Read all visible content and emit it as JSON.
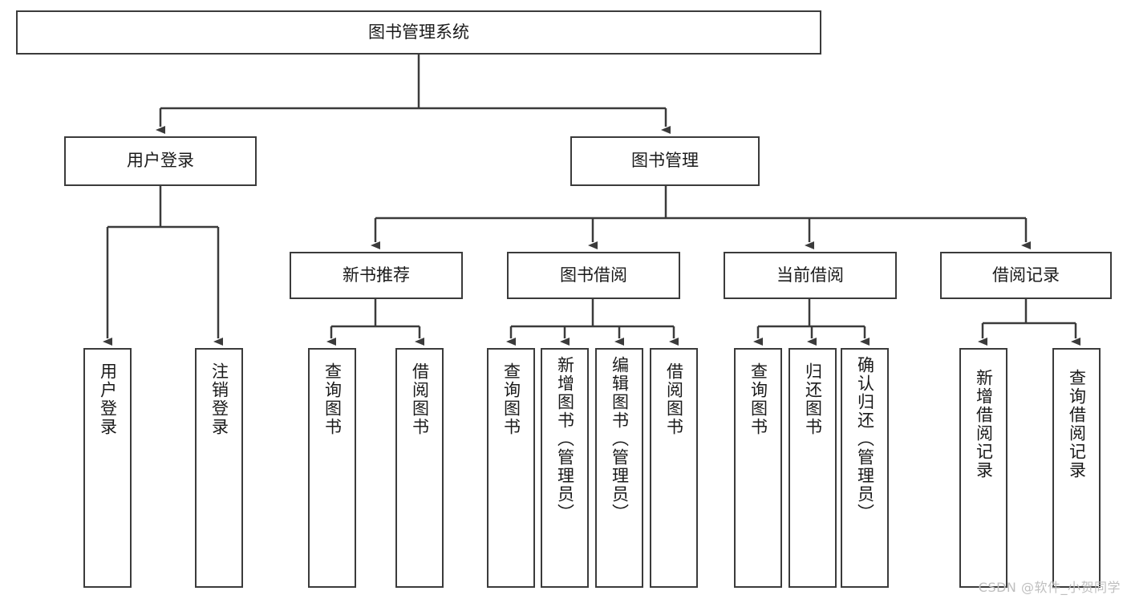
{
  "diagram": {
    "title": "图书管理系统",
    "watermark": "CSDN @软件_小贺同学",
    "colors": {
      "background": "#ffffff",
      "node_border": "#3b3b3b",
      "node_fill": "#ffffff",
      "edge": "#3b3b3b",
      "text": "#1a1a1a",
      "watermark": "#bfbfbf"
    },
    "root": {
      "label": "图书管理系统"
    },
    "level2": [
      {
        "id": "user-login",
        "label": "用户登录"
      },
      {
        "id": "book-manage",
        "label": "图书管理"
      }
    ],
    "level3": [
      {
        "id": "new-book-recommend",
        "label": "新书推荐"
      },
      {
        "id": "book-borrow",
        "label": "图书借阅"
      },
      {
        "id": "current-borrow",
        "label": "当前借阅"
      },
      {
        "id": "borrow-record",
        "label": "借阅记录"
      }
    ],
    "leaves": {
      "user-login": [
        {
          "id": "leaf-user-login",
          "label": "用户登录"
        },
        {
          "id": "leaf-logout-login",
          "label": "注销登录"
        }
      ],
      "new-book-recommend": [
        {
          "id": "leaf-query-book-1",
          "label": "查询图书"
        },
        {
          "id": "leaf-borrow-book-1",
          "label": "借阅图书"
        }
      ],
      "book-borrow": [
        {
          "id": "leaf-query-book-2",
          "label": "查询图书"
        },
        {
          "id": "leaf-add-book",
          "label": "新增图书（管理员）"
        },
        {
          "id": "leaf-edit-book",
          "label": "编辑图书（管理员）"
        },
        {
          "id": "leaf-borrow-book-2",
          "label": "借阅图书"
        }
      ],
      "current-borrow": [
        {
          "id": "leaf-query-book-3",
          "label": "查询图书"
        },
        {
          "id": "leaf-return-book",
          "label": "归还图书"
        },
        {
          "id": "leaf-confirm-return",
          "label": "确认归还（管理员）"
        }
      ],
      "borrow-record": [
        {
          "id": "leaf-add-record",
          "label": "新增借阅记录"
        },
        {
          "id": "leaf-query-record",
          "label": "查询借阅记录"
        }
      ]
    }
  }
}
